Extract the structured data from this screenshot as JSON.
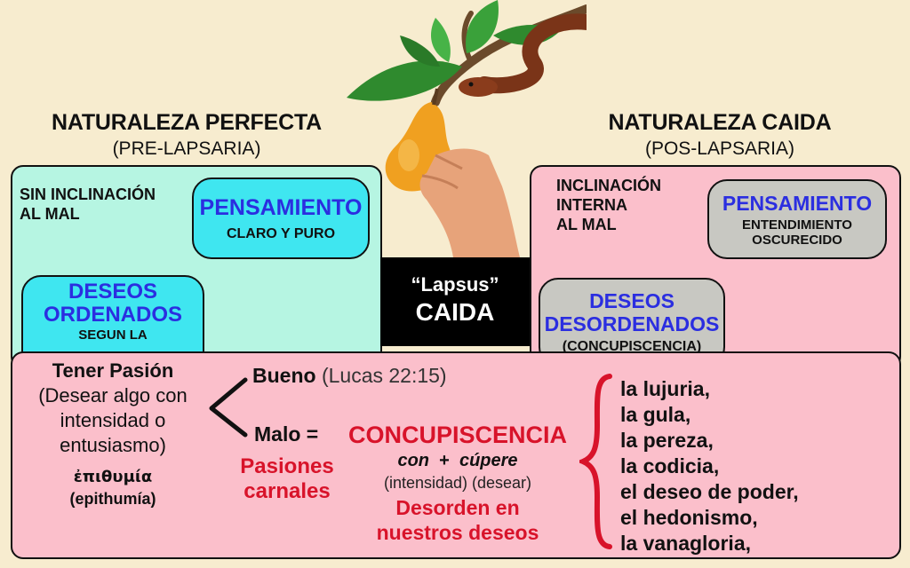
{
  "left": {
    "title": "NATURALEZA PERFECTA",
    "subtitle": "(PRE-LAPSARIA)",
    "no_inclination_line1": "SIN INCLINACIÓN",
    "no_inclination_line2": "AL MAL",
    "thought_title": "PENSAMIENTO",
    "thought_sub": "CLARO Y PURO",
    "desires_line1": "DESEOS",
    "desires_line2": "ORDENADOS",
    "desires_sub": "SEGUN LA"
  },
  "right": {
    "title": "NATURALEZA CAIDA",
    "subtitle": "(POS-LAPSARIA)",
    "inclination_line1": "INCLINACIÓN",
    "inclination_line2": "INTERNA",
    "inclination_line3": "AL MAL",
    "thought_title": "PENSAMIENTO",
    "thought_sub1": "ENTENDIMIENTO",
    "thought_sub2": "OSCURECIDO",
    "desires_line1": "DESEOS",
    "desires_line2": "DESORDENADOS",
    "desires_sub": "(CONCUPISCENCIA)"
  },
  "center": {
    "lapsus": "“Lapsus”",
    "caida": "CAIDA"
  },
  "bottom": {
    "passion_title": "Tener Pasión",
    "passion_def1": "(Desear algo con",
    "passion_def2": "intensidad o",
    "passion_def3": "entusiasmo)",
    "greek": "ἐπιθυμία",
    "translit": "(epithumía)",
    "good_label": "Bueno",
    "good_ref": "(Lucas 22:15)",
    "bad_label": "Malo =",
    "concupiscencia": "CONCUPISCENCIA",
    "etym_con": "con",
    "etym_plus": "+",
    "etym_cupere": "cúpere",
    "etym_gloss": "(intensidad) (desear)",
    "disorder_line1": "Desorden en",
    "disorder_line2": "nuestros deseos",
    "carnal_line1": "Pasiones",
    "carnal_line2": "carnales",
    "vices": [
      "la lujuria,",
      "la gula,",
      "la pereza,",
      "la codicia,",
      "el deseo de poder,",
      "el hedonismo,",
      "la vanagloria,"
    ]
  },
  "colors": {
    "background": "#f7eccf",
    "mint": "#b6f5e2",
    "pink": "#fbbfcb",
    "cyan": "#3fe6f0",
    "gray": "#c8c8c2",
    "blue_text": "#2b2ee0",
    "red_text": "#d8132a"
  },
  "icons": [
    "pear-fruit-icon",
    "snake-icon",
    "hand-icon",
    "leaf-icon"
  ]
}
